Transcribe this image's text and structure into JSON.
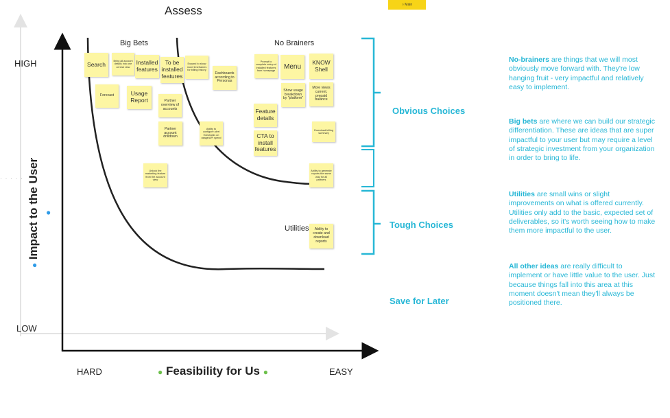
{
  "title": "Assess",
  "tag": "○ Main",
  "axes": {
    "y_title": "Impact to the User",
    "y_high": "HIGH",
    "y_low": "LOW",
    "x_title": "Feasibility for Us",
    "x_hard": "HARD",
    "x_easy": "EASY"
  },
  "quadrants": {
    "big_bets": "Big Bets",
    "no_brainers": "No Brainers",
    "utilities": "Utilities"
  },
  "notes": {
    "search": "Search",
    "n_small_1": "Bring all account details into one central view",
    "installed_features": "Installed features",
    "to_be_installed": "To be installed features",
    "n_small_2": "Expand to show more timeframes for billing history",
    "dashboards": "Dashboards according to Personas",
    "n_small_3": "Prompt to complete setup of installed features from homepage",
    "menu": "Menu",
    "know_shell": "KNOW Shell",
    "forecast": "Forecast",
    "usage_report": "Usage Report",
    "partner_overview": "Partner overview of accounts",
    "show_usage": "Show usage breakdown by \"platform\"",
    "more_views": "More views current, prepaid balance",
    "feature_details": "Feature details",
    "partner_account": "Partner account drilldown",
    "n_small_4": "Ability to configure alert thresholds on usage/API spend",
    "cta_install": "CTA to install features",
    "download_billing": "Download billing summary",
    "n_small_5": "Unlock the marketing feature from the account view",
    "ability_generate": "Ability to generate reports the same way for all partners",
    "ability_create": "Ability to create and download reports"
  },
  "categories": {
    "obvious": "Obvious Choices",
    "tough": "Tough Choices",
    "save_later": "Save for Later"
  },
  "legend": {
    "nb_term": "No-brainers",
    "nb_text": " are things that we will most obviously move forward with. They're low hanging fruit - very impactful and relatively easy to implement.",
    "bb_term": "Big bets",
    "bb_text": " are where we can build our strategic differentiation. These are ideas that are super impactful to your user but may require a level of strategic investment from your organization in order to bring to life.",
    "ut_term": "Utilities",
    "ut_text": " are small wins or slight improvements on what is offered currently. Utilities only add to the basic, expected set of deliverables, so it's worth seeing how to make them more impactful to the user.",
    "ao_term": "All other ideas",
    "ao_text": " are really difficult to implement or have little value to the user. Just because things fall into this area at this moment doesn't mean they'll always be positioned there."
  },
  "colors": {
    "sticky": "#fdf6a3",
    "accent": "#27b7d6",
    "tag": "#f7d417"
  }
}
